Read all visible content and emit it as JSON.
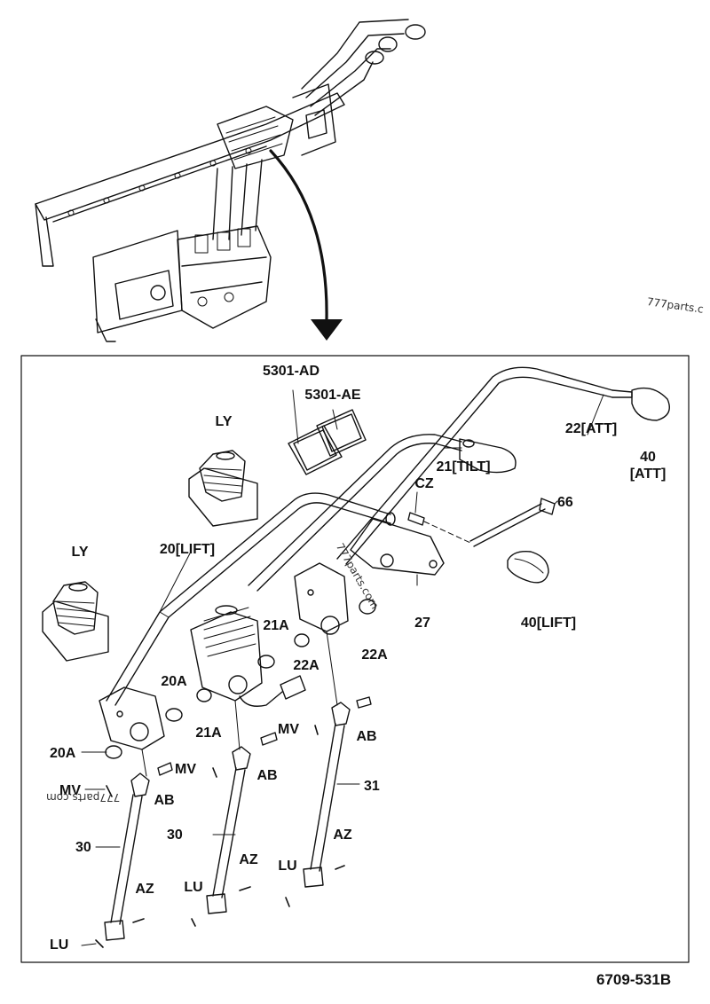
{
  "diagram": {
    "reference": "6709-531B",
    "watermark": "777parts.com",
    "watermark_cut": "777parts.c",
    "labels": {
      "p5301ad": "5301-AD",
      "p5301ae": "5301-AE",
      "ly_top": "LY",
      "ly_left": "LY",
      "p22att": "22[ATT]",
      "p40att_num": "40",
      "p40att_tag": "[ATT]",
      "p21tilt": "21[TILT]",
      "cz": "CZ",
      "p66": "66",
      "p20lift": "20[LIFT]",
      "p27": "27",
      "p40lift": "40[LIFT]",
      "p21a_a": "21A",
      "p21a_b": "21A",
      "p22a_a": "22A",
      "p22a_b": "22A",
      "p20a_a": "20A",
      "p20a_b": "20A",
      "mv_a": "MV",
      "mv_b": "MV",
      "mv_c": "MV",
      "ab_a": "AB",
      "ab_b": "AB",
      "ab_c": "AB",
      "p31": "31",
      "p30_a": "30",
      "p30_b": "30",
      "az_a": "AZ",
      "az_b": "AZ",
      "az_c": "AZ",
      "lu_a": "LU",
      "lu_b": "LU",
      "lu_c": "LU"
    }
  }
}
